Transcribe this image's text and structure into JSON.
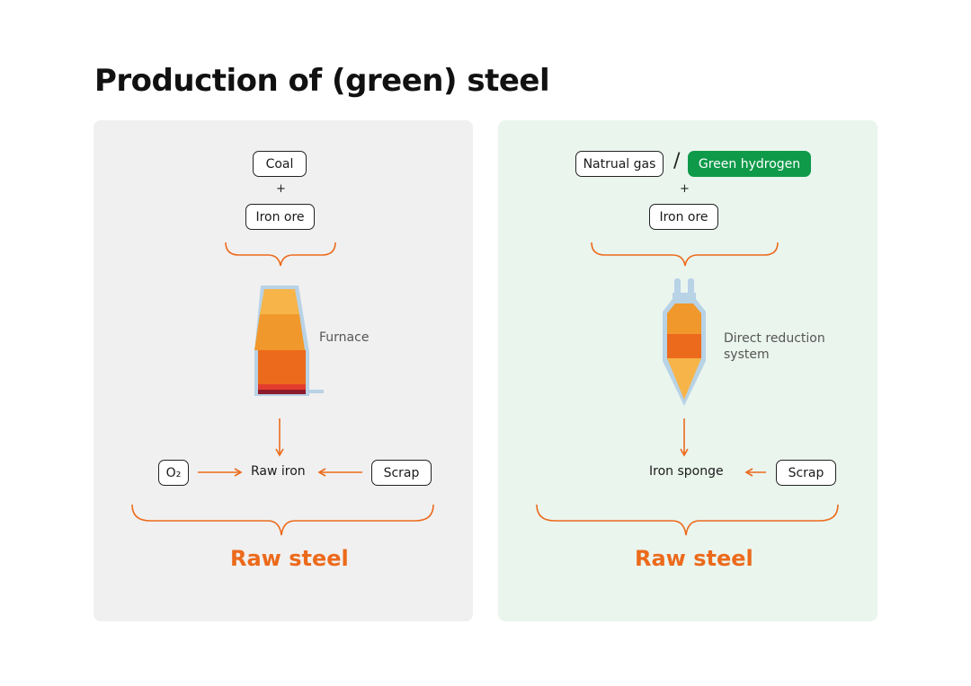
{
  "title": "Production of (green) steel",
  "colors": {
    "accent_orange": "#ec6a1b",
    "green_hydrogen": "#0f9a4a",
    "left_panel_bg": "#f0f0f0",
    "right_panel_bg": "#eaf5ee"
  },
  "left": {
    "input_1": "Coal",
    "plus": "+",
    "input_2": "Iron ore",
    "process_label": "Furnace",
    "gas_input": "O₂",
    "product": "Raw iron",
    "scrap": "Scrap",
    "result": "Raw steel"
  },
  "right": {
    "input_1a": "Natrual gas",
    "separator": "/",
    "input_1b": "Green hydrogen",
    "plus": "+",
    "input_2": "Iron ore",
    "process_label_line1": "Direct reduction",
    "process_label_line2": "system",
    "product": "Iron sponge",
    "scrap": "Scrap",
    "result": "Raw steel"
  }
}
